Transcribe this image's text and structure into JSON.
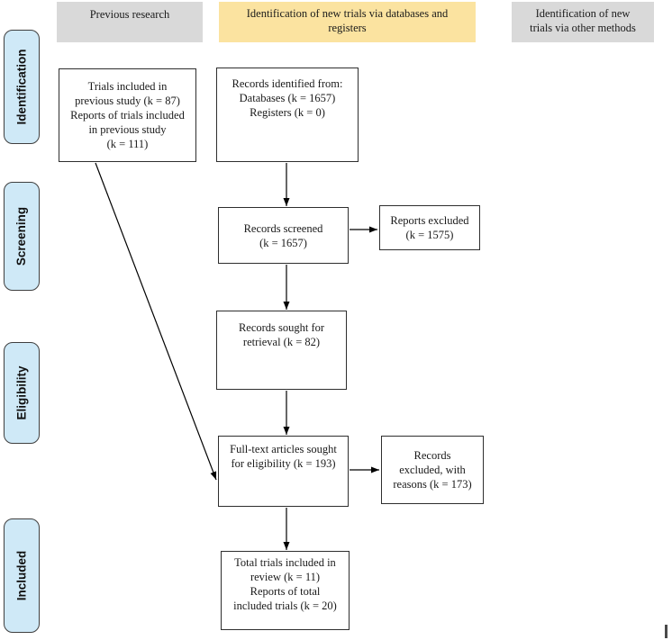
{
  "colors": {
    "header_gray": "#d9d9d9",
    "header_yellow": "#fbe3a0",
    "stage_fill": "#cfe9f7",
    "box_border": "#2e2e2e",
    "arrow": "#000000"
  },
  "column_headers": {
    "previous_research": "Previous research",
    "new_trials_databases": "Identification of new trials via databases and\nregisters",
    "new_trials_other": "Identification of new\ntrials via other methods"
  },
  "stages": {
    "identification": "Identification",
    "screening": "Screening",
    "eligibility": "Eligibility",
    "included": "Included"
  },
  "boxes": {
    "previous_study": "Trials included in\nprevious study (k = 87)\nReports of trials included\nin previous study\n(k = 111)",
    "records_identified": "Records identified from:\nDatabases (k = 1657)\nRegisters (k = 0)",
    "records_screened": "Records screened\n(k = 1657)",
    "reports_excluded": "Reports excluded\n(k = 1575)",
    "records_sought": "Records sought for\nretrieval (k = 82)",
    "fulltext_sought": "Full-text articles sought\nfor eligibility (k = 193)",
    "records_excluded_reasons": "Records\nexcluded, with\nreasons (k = 173)",
    "total_included": "Total trials included in\nreview (k = 11)\nReports of total\nincluded trials (k = 20)"
  }
}
